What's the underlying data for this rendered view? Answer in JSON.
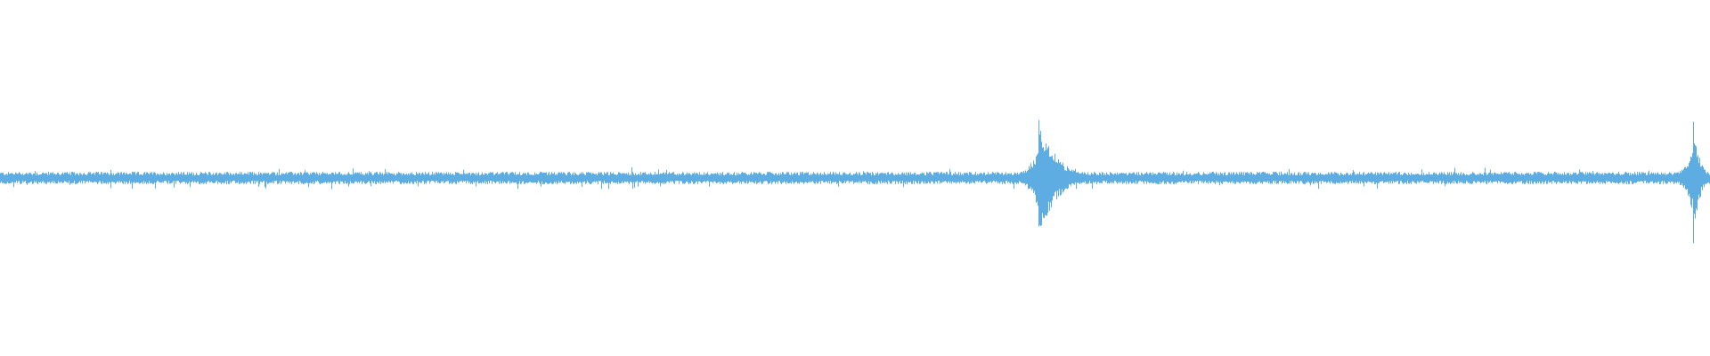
{
  "waveform": {
    "color": "#5dade2",
    "background": "#ffffff",
    "baseline_amplitude": 0.025,
    "bursts": [
      {
        "start": 0.596,
        "peak": 0.607,
        "end": 0.64,
        "amplitude": 0.35
      },
      {
        "start": 0.982,
        "peak": 0.99,
        "end": 1.0,
        "amplitude": 0.42
      }
    ]
  }
}
